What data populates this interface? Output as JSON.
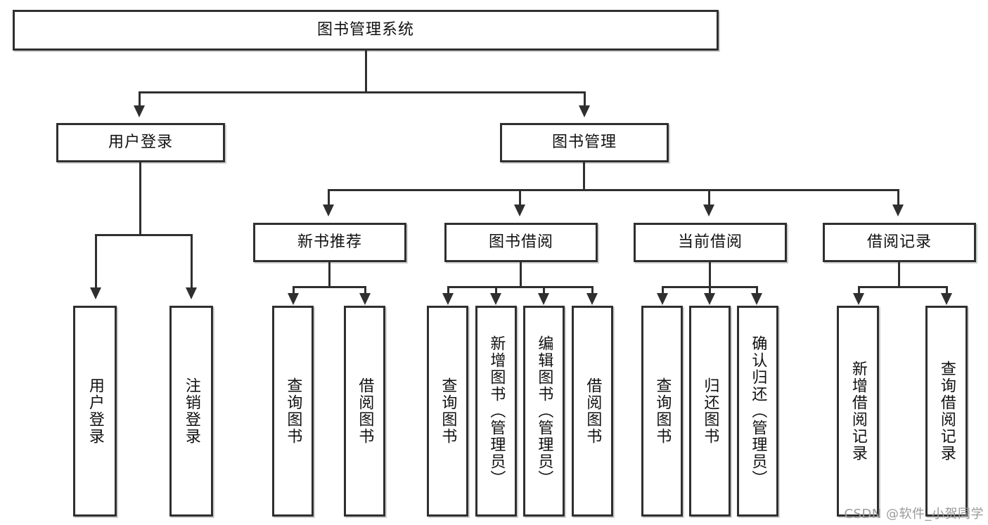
{
  "diagram": {
    "type": "tree-hierarchy",
    "title": "图书管理系统",
    "root": {
      "label": "图书管理系统",
      "orientation": "horizontal"
    },
    "level2": [
      {
        "label": "用户登录",
        "orientation": "horizontal"
      },
      {
        "label": "图书管理",
        "orientation": "horizontal"
      }
    ],
    "level3": [
      {
        "label": "新书推荐",
        "orientation": "horizontal"
      },
      {
        "label": "图书借阅",
        "orientation": "horizontal"
      },
      {
        "label": "当前借阅",
        "orientation": "horizontal"
      },
      {
        "label": "借阅记录",
        "orientation": "horizontal"
      }
    ],
    "leaves": {
      "user_login": [
        {
          "label": "用户登录",
          "orientation": "vertical"
        },
        {
          "label": "注销登录",
          "orientation": "vertical"
        }
      ],
      "new_book_recommend": [
        {
          "label": "查询图书",
          "orientation": "vertical"
        },
        {
          "label": "借阅图书",
          "orientation": "vertical"
        }
      ],
      "book_borrow": [
        {
          "label": "查询图书",
          "orientation": "vertical"
        },
        {
          "label": "新增图书（管理员）",
          "orientation": "vertical"
        },
        {
          "label": "编辑图书（管理员）",
          "orientation": "vertical"
        },
        {
          "label": "借阅图书",
          "orientation": "vertical"
        }
      ],
      "current_borrow": [
        {
          "label": "查询图书",
          "orientation": "vertical"
        },
        {
          "label": "归还图书",
          "orientation": "vertical"
        },
        {
          "label": "确认归还（管理员）",
          "orientation": "vertical"
        }
      ],
      "borrow_record": [
        {
          "label": "新增借阅记录",
          "orientation": "vertical"
        },
        {
          "label": "查询借阅记录",
          "orientation": "vertical"
        }
      ]
    },
    "colors": {
      "box_border": "#2f2f2f",
      "box_fill": "#ffffff",
      "connector": "#2f2f2f",
      "text": "#111111",
      "watermark": "#9a9a9a",
      "background": "#ffffff"
    }
  },
  "watermark": {
    "text": "CSDN @软件_小贺同学"
  }
}
